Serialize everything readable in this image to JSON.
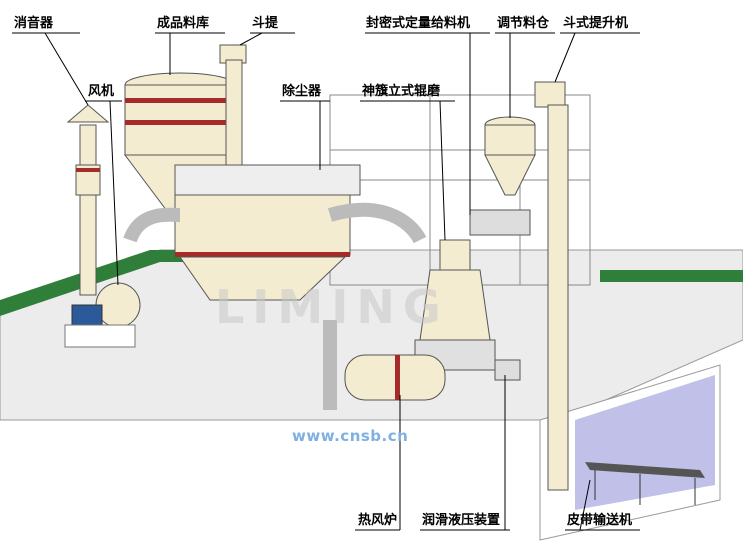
{
  "labels": {
    "silencer": "消音器",
    "product_silo": "成品料库",
    "bucket_lift": "斗提",
    "sealed_feeder": "封密式定量给料机",
    "regulating_bin": "调节料仓",
    "bucket_elevator": "斗式提升机",
    "fan": "风机",
    "dust_collector": "除尘器",
    "vertical_mill": "神籏立式辊磨",
    "hot_air_furnace": "热风炉",
    "lubrication_hydraulic": "润滑液压装置",
    "belt_conveyor": "皮带输送机"
  },
  "watermark": "www.cnsb.cn",
  "logo_text": "LIMING",
  "colors": {
    "equipment": "#f3ecd0",
    "band": "#a52a2a",
    "ground": "#2f7f3a",
    "floor": "#e8e8e8",
    "pit": "#b8b8e0"
  }
}
